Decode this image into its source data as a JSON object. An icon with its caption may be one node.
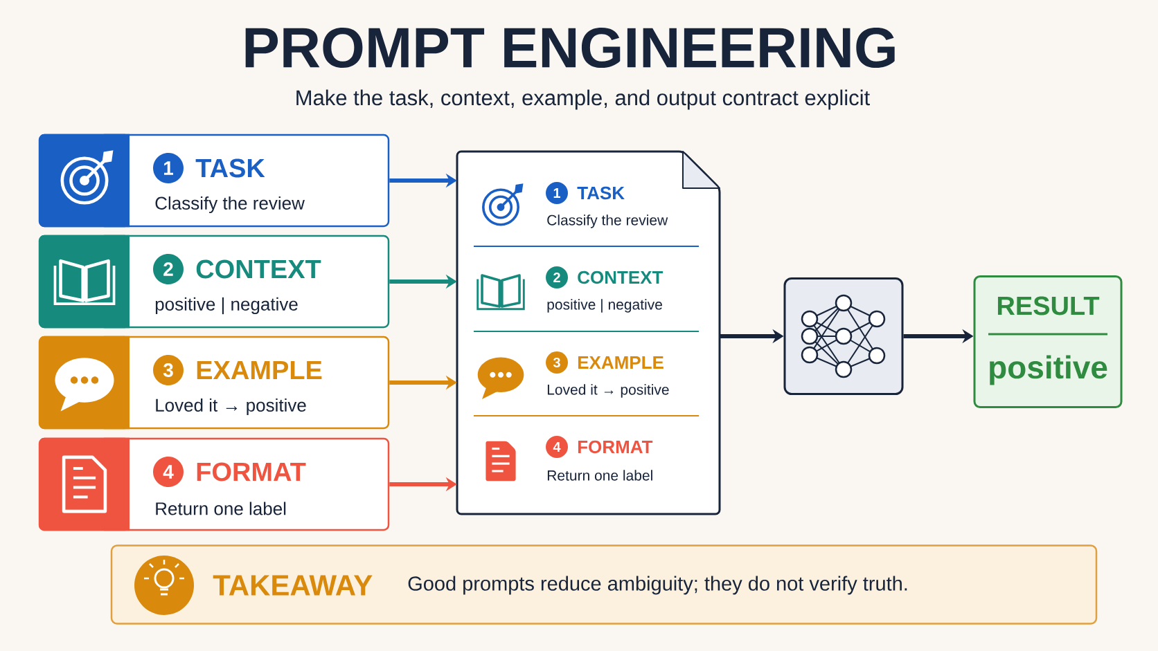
{
  "diagram": {
    "title": "PROMPT ENGINEERING",
    "nodes": [
      {
        "text": [
          "1",
          "TASK",
          "Classify the review"
        ]
      },
      {
        "text": [
          "2",
          "CONTEXT",
          "positive | negative"
        ]
      },
      {
        "text": [
          "3",
          "EXAMPLE",
          "Loved it → positive"
        ]
      },
      {
        "text": [
          "4",
          "FORMAT",
          "Return one label"
        ]
      },
      {
        "text": [],
        "shape": "document"
      },
      {
        "text": [
          "1",
          "TASK",
          "Classify the review"
        ],
        "in": 4
      },
      {
        "text": [
          "2",
          "CONTEXT",
          "positive | negative"
        ],
        "in": 4
      },
      {
        "text": [
          "3",
          "EXAMPLE",
          "Loved it → positive"
        ],
        "in": 4
      },
      {
        "text": [
          "4",
          "FORMAT",
          "Return one label"
        ],
        "in": 4
      },
      {
        "text": [],
        "shape": "box"
      },
      {
        "text": [
          "RESULT",
          "positive"
        ]
      },
      {
        "text": [
          "TAKEAWAY",
          "Good prompts reduce ambiguity; they do not verify truth."
        ]
      }
    ],
    "edges": [
      {
        "from": 0,
        "to": 4,
        "arrow": "to",
        "color": "#1a5fc4"
      },
      {
        "from": 1,
        "to": 4,
        "arrow": "to",
        "color": "#178a7e"
      },
      {
        "from": 2,
        "to": 4,
        "arrow": "to",
        "color": "#d98a0c"
      },
      {
        "from": 3,
        "to": 4,
        "arrow": "to",
        "color": "#ee5440"
      },
      {
        "from": 4,
        "to": 9,
        "arrow": "to",
        "color": "#17243a"
      },
      {
        "from": 9,
        "to": 10,
        "arrow": "to",
        "color": "#17243a"
      }
    ],
    "labels": [
      "Make the task, context, example, and output contract explicit"
    ]
  }
}
